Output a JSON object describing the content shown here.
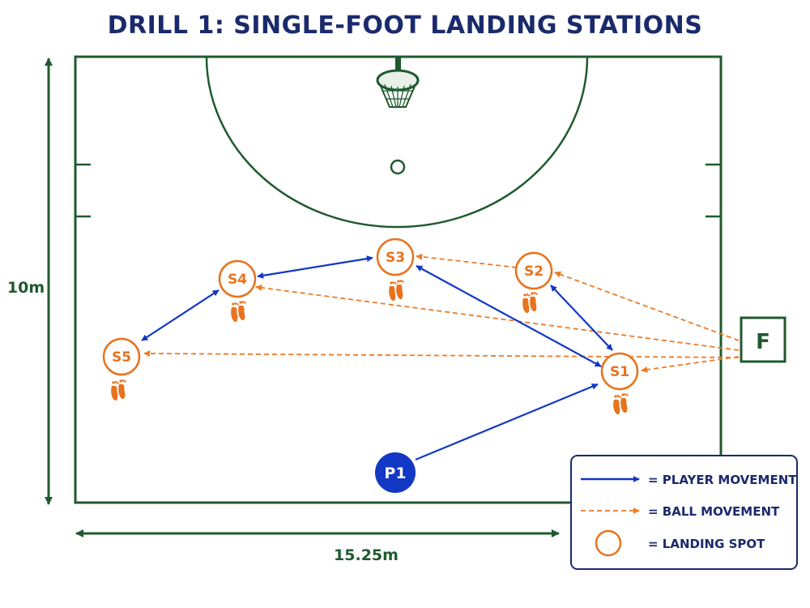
{
  "title": "DRILL 1: SINGLE-FOOT LANDING STATIONS",
  "dimensions": {
    "width_label": "15.25m",
    "height_label": "10m"
  },
  "player": {
    "label": "P1"
  },
  "feeder": {
    "label": "F"
  },
  "stations": [
    {
      "id": "S1",
      "label": "S1"
    },
    {
      "id": "S2",
      "label": "S2"
    },
    {
      "id": "S3",
      "label": "S3"
    },
    {
      "id": "S4",
      "label": "S4"
    },
    {
      "id": "S5",
      "label": "S5"
    }
  ],
  "legend": {
    "player_movement": "= PLAYER MOVEMENT",
    "ball_movement": "= BALL MOVEMENT",
    "landing_spot": "= LANDING SPOT"
  },
  "colors": {
    "court": "#1f5a2e",
    "player": "#1238c4",
    "ball": "#ee7a25",
    "station": "#e8731e",
    "title": "#1a2a6c"
  }
}
